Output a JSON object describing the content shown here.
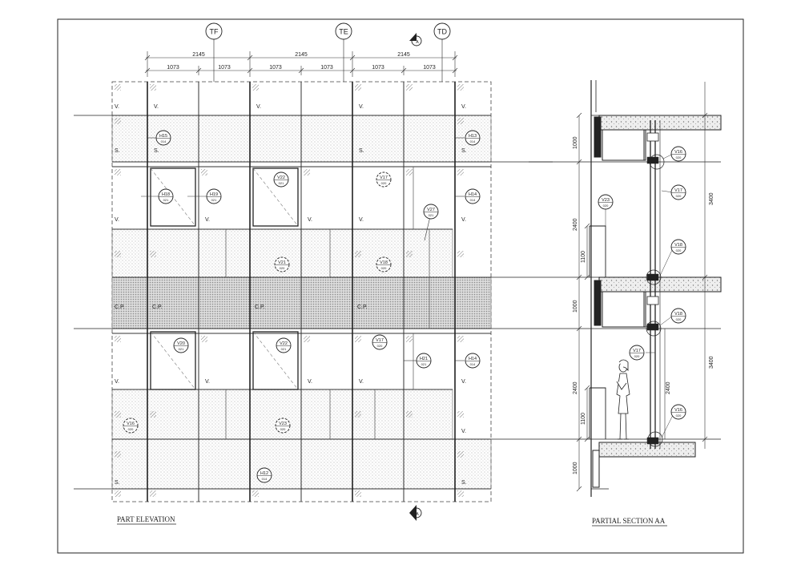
{
  "grid_bubbles": [
    "TF",
    "TE",
    "TD"
  ],
  "dimensions": {
    "top_overall": [
      "2145",
      "2145",
      "2145"
    ],
    "top_sub": [
      "1073",
      "1073",
      "1073",
      "1073",
      "1073",
      "1073"
    ],
    "section_left": [
      "1000",
      "2400",
      "1100",
      "1000",
      "2400",
      "1100",
      "1000"
    ],
    "section_right": [
      "3400",
      "3400"
    ],
    "section_inner": "2400"
  },
  "panel_marks": {
    "vision": "V.",
    "spandrel": "S.",
    "cladding": "C.P."
  },
  "tags": {
    "h15": {
      "top": "H15",
      "bottom": "014"
    },
    "h13": {
      "top": "H13",
      "bottom": "014"
    },
    "h18": {
      "top": "H18",
      "bottom": "021"
    },
    "h19": {
      "top": "H19",
      "bottom": "021"
    },
    "v22a": {
      "top": "V22",
      "bottom": "021"
    },
    "v17a": {
      "top": "V17",
      "bottom": "020"
    },
    "v27": {
      "top": "V27",
      "bottom": "021"
    },
    "h14a": {
      "top": "H14",
      "bottom": "014"
    },
    "v21": {
      "top": "V21",
      "bottom": "020"
    },
    "v18a": {
      "top": "V18",
      "bottom": "020"
    },
    "v20": {
      "top": "V20",
      "bottom": "021"
    },
    "v22b": {
      "top": "V22",
      "bottom": "021"
    },
    "v17b": {
      "top": "V17",
      "bottom": "020"
    },
    "h21": {
      "top": "H21",
      "bottom": "021"
    },
    "h14b": {
      "top": "H14",
      "bottom": "014"
    },
    "v16a": {
      "top": "V16",
      "bottom": "020"
    },
    "v23": {
      "top": "V23",
      "bottom": "020"
    },
    "h12": {
      "top": "H12",
      "bottom": "014"
    },
    "s_v16a": {
      "top": "V16",
      "bottom": "020"
    },
    "s_v17a": {
      "top": "V17",
      "bottom": "020"
    },
    "s_v23": {
      "top": "V23",
      "bottom": "020"
    },
    "s_v18a": {
      "top": "V18",
      "bottom": "020"
    },
    "s_v18b": {
      "top": "V18",
      "bottom": "020"
    },
    "s_v17b": {
      "top": "V17",
      "bottom": "020"
    },
    "s_v16b": {
      "top": "V16",
      "bottom": "020"
    }
  },
  "titles": {
    "elevation": "PART ELEVATION",
    "section": "PARTIAL SECTION AA"
  },
  "section_marker": "A"
}
